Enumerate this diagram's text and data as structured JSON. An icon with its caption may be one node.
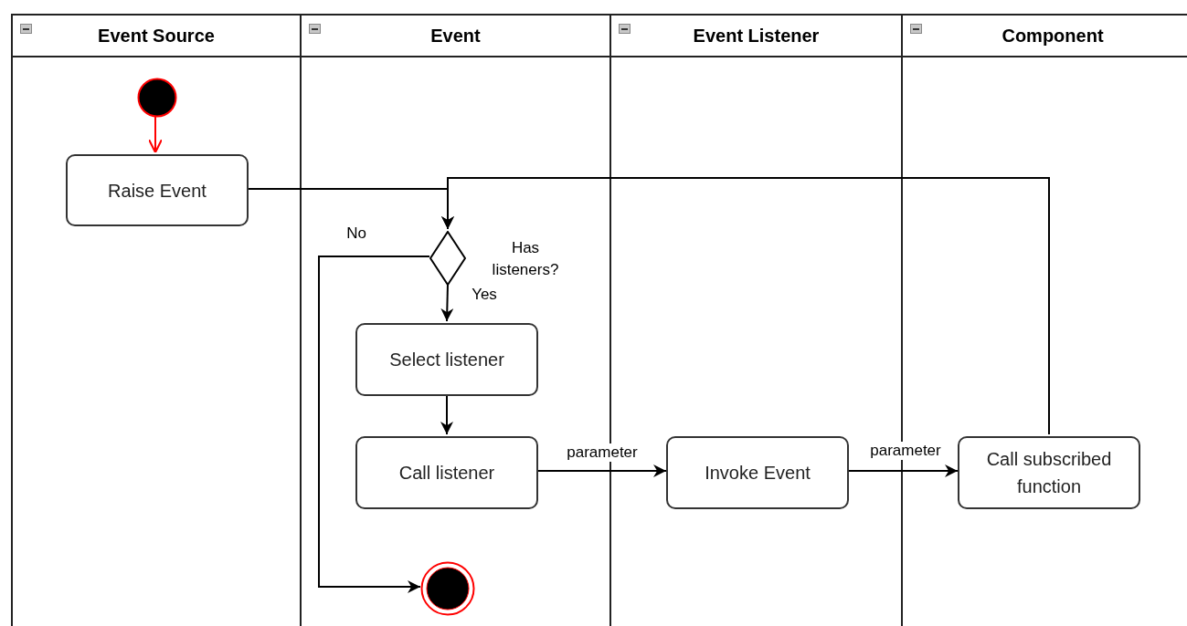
{
  "diagram": {
    "nodes": [
      {
        "text": [
          "Event Source"
        ]
      },
      {
        "text": [
          "Event"
        ]
      },
      {
        "text": [
          "Event Listener"
        ]
      },
      {
        "text": [
          "Component"
        ]
      },
      {
        "text": [],
        "shape": "circle",
        "in": 0
      },
      {
        "text": [
          "Raise Event"
        ],
        "in": 0
      },
      {
        "text": [],
        "shape": "diamond",
        "in": 1,
        "beside": [
          "Has listeners?"
        ]
      },
      {
        "text": [
          "Select listener"
        ],
        "in": 1
      },
      {
        "text": [
          "Call listener"
        ],
        "in": 1
      },
      {
        "text": [],
        "shape": "circle",
        "in": 1
      },
      {
        "text": [
          "Invoke Event"
        ],
        "in": 2
      },
      {
        "text": [
          "Call subscribed function"
        ],
        "in": 3
      }
    ],
    "edges": [
      {
        "from": 4,
        "to": 5,
        "arrow": "to",
        "color": "#ff0000"
      },
      {
        "from": 5,
        "to": 6,
        "arrow": "to"
      },
      {
        "from": 11,
        "to": 6,
        "arrow": "to"
      },
      {
        "from": 6,
        "to": 9,
        "arrow": "to",
        "label": "No"
      },
      {
        "from": 6,
        "to": 7,
        "arrow": "to",
        "label": "Yes"
      },
      {
        "from": 7,
        "to": 8,
        "arrow": "to"
      },
      {
        "from": 8,
        "to": 10,
        "arrow": "to",
        "label": "parameter"
      },
      {
        "from": 10,
        "to": 11,
        "arrow": "to",
        "label": "parameter"
      }
    ]
  }
}
